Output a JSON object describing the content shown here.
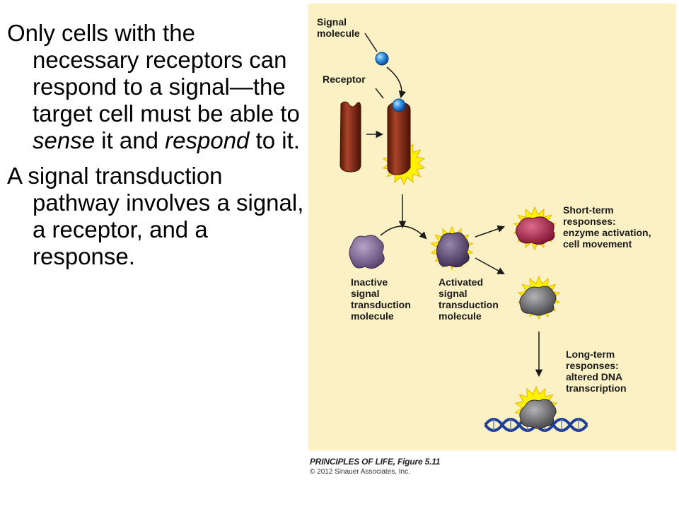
{
  "text": {
    "para1": {
      "part1": "Only cells with the necessary receptors can respond to a signal—the target cell must be able to ",
      "em1": "sense",
      "part2": " it and ",
      "em2": "respond",
      "part3": " to it."
    },
    "para2": "A signal transduction pathway involves a signal, a receptor, and a response."
  },
  "figure": {
    "labels": {
      "signal_molecule": "Signal\nmolecule",
      "receptor": "Receptor",
      "short_term": "Short-term\nresponses:\nenzyme activation,\ncell movement",
      "inactive": "Inactive\nsignal\ntransduction\nmolecule",
      "activated": "Activated\nsignal\ntransduction\nmolecule",
      "long_term": "Long-term\nresponses:\naltered DNA\ntranscription"
    },
    "caption_title": "PRINCIPLES OF LIFE, Figure 5.11",
    "caption_copy": "© 2012 Sinauer Associates, Inc.",
    "colors": {
      "background": "#fbf1c4",
      "receptor": "#7a2410",
      "signal": "#2f8fe0",
      "inactive_molecule": "#7d6a8c",
      "activated_molecule": "#5f4a6e",
      "enzyme": "#a8284c",
      "gray_molecule": "#6e6e70",
      "burst": "#fff200",
      "dna": "#1f3f9a"
    }
  }
}
